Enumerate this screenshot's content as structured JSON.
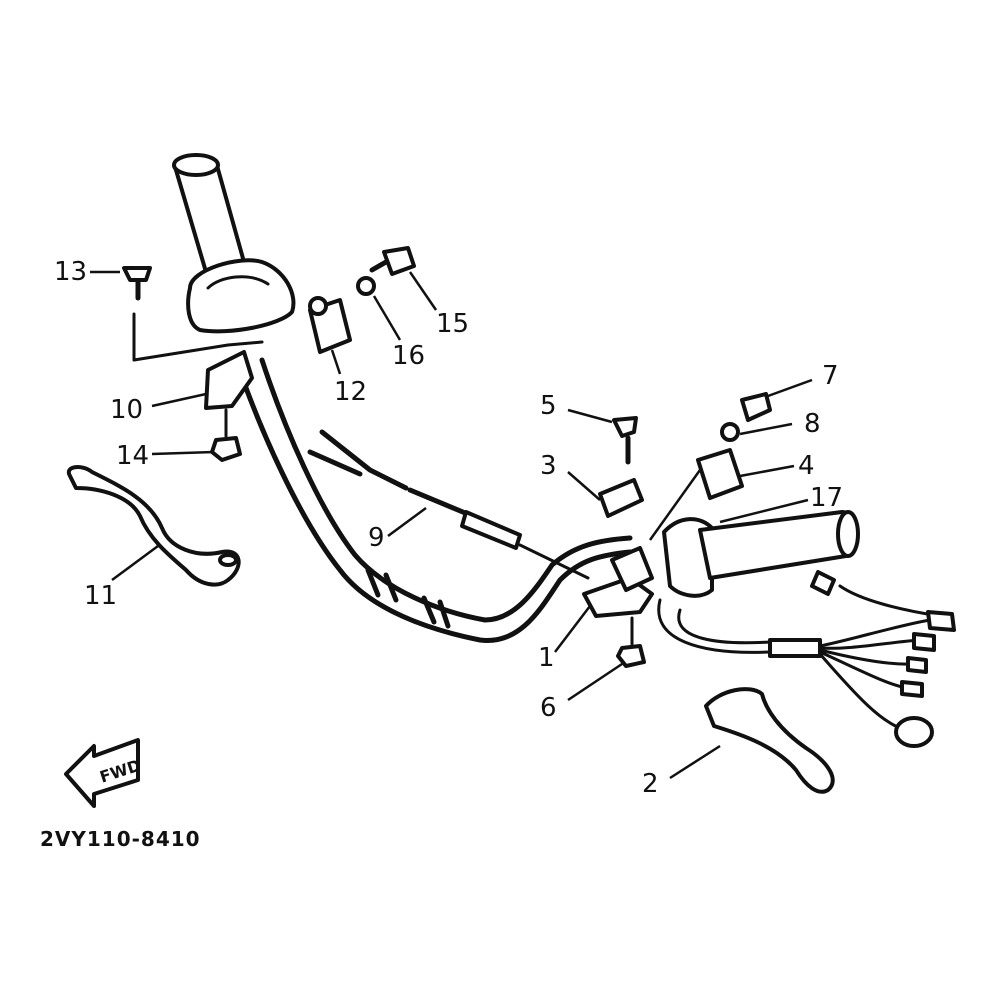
{
  "diagram": {
    "part_code": "2VY110-8410",
    "front_arrow_label": "FWD",
    "callouts": [
      "1",
      "2",
      "3",
      "4",
      "5",
      "6",
      "7",
      "8",
      "9",
      "10",
      "11",
      "12",
      "13",
      "14",
      "15",
      "16",
      "17"
    ]
  }
}
